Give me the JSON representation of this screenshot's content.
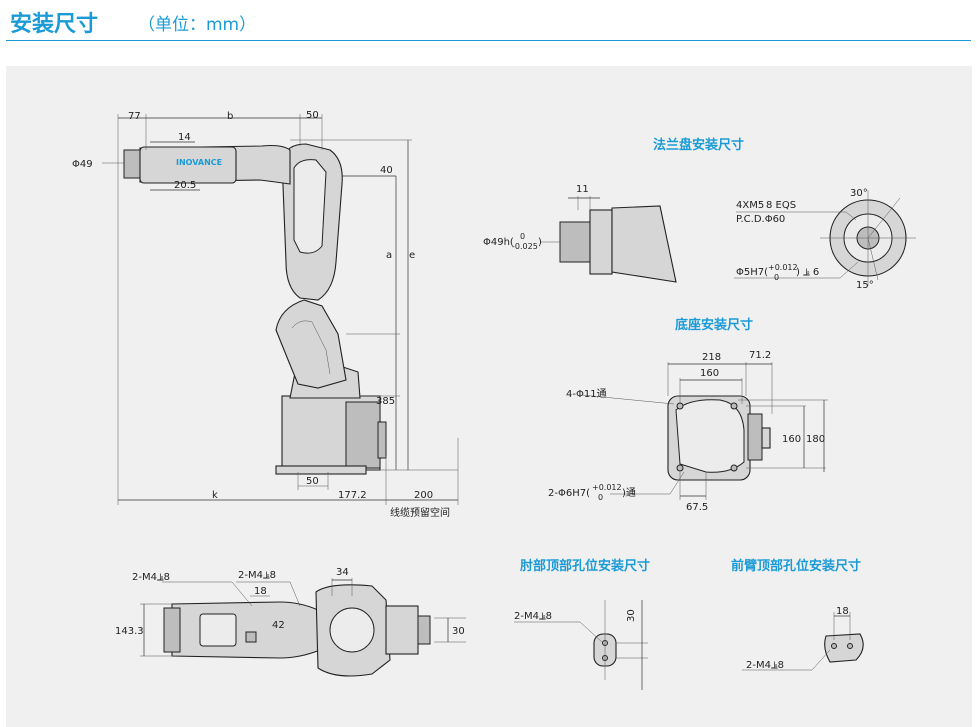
{
  "header": {
    "title": "安装尺寸",
    "unit": "（单位：mm）"
  },
  "sections": {
    "flange": "法兰盘安装尺寸",
    "base": "底座安装尺寸",
    "elbow": "肘部顶部孔位安装尺寸",
    "forearm": "前臂顶部孔位安装尺寸"
  },
  "side_view": {
    "d77": "77",
    "db": "b",
    "d50_top": "50",
    "d14": "14",
    "d49": "Φ49",
    "brand": "INOVANCE",
    "d40": "40",
    "d20_5": "20.5",
    "da": "a",
    "de": "e",
    "d385": "385",
    "d50_bot": "50",
    "dk": "k",
    "d177_2": "177.2",
    "d200": "200",
    "cable_space": "线缆预留空间"
  },
  "flange_view": {
    "d11": "11",
    "d49h": "Φ49h(",
    "tol_upper": "0",
    "tol_lower": "-0.025",
    "paren_close": ")",
    "holes": "4XM5",
    "depth_mark": "8  EQS",
    "pcd": "P.C.D.Φ60",
    "d5h7": "Φ5H7(",
    "pin_tol_upper": "+0.012",
    "pin_tol_lower": "0",
    "pin_depth_mark": ") ⫡ 6",
    "a30": "30°",
    "a15": "15°"
  },
  "base_view": {
    "d218": "218",
    "d71_2": "71.2",
    "d160_top": "160",
    "hole": "4-Φ11通",
    "d160_side": "160",
    "d180": "180",
    "pin": "2-Φ6H7(",
    "pin_tol_upper": "+0.012",
    "pin_tol_lower": "0",
    "pin_tail": ")通",
    "d67_5": "67.5"
  },
  "top_view": {
    "m4_left": "2-M4⫡8",
    "m4_mid": "2-M4⫡8",
    "d34": "34",
    "d18": "18",
    "d143_3": "143.3",
    "d30": "30",
    "label42": "42"
  },
  "elbow_view": {
    "m4": "2-M4⫡8",
    "d30": "30"
  },
  "forearm_view": {
    "d18": "18",
    "m4": "2-M4⫡8"
  }
}
